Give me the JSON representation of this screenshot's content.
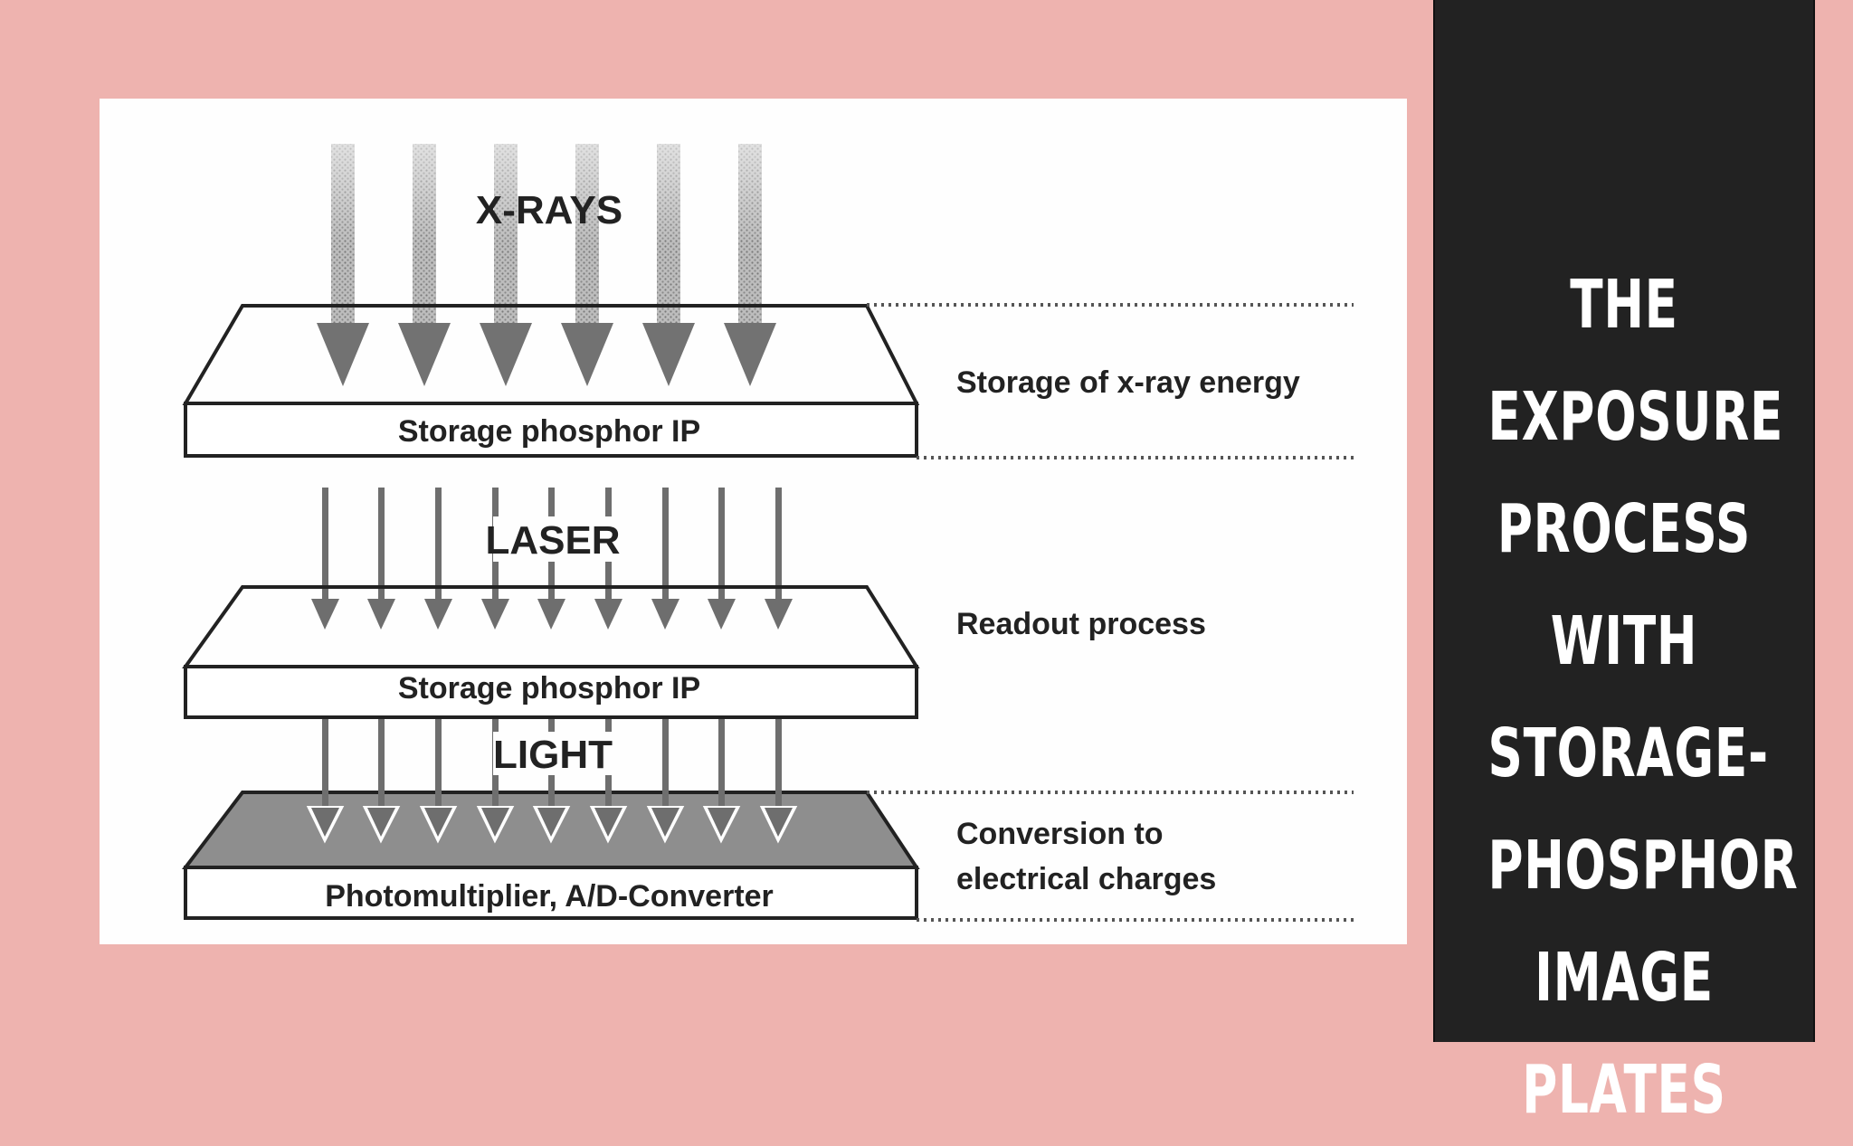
{
  "slide": {
    "title": "The exposure process with storage-phosphor image plates",
    "title_lines": [
      "The exposure",
      "process with",
      "storage-",
      "phosphor",
      "image plates"
    ],
    "background_color": "#eeb3af",
    "panel_color": "#222222"
  },
  "diagram": {
    "beam_labels": {
      "xrays": "X-RAYS",
      "laser": "LASER",
      "light": "LIGHT"
    },
    "plates": {
      "top": "Storage phosphor IP",
      "middle": "Storage phosphor IP",
      "bottom": "Photomultiplier, A/D-Converter"
    },
    "stages": {
      "storage": "Storage of x-ray energy",
      "readout": "Readout process",
      "conversion_line1": "Conversion to",
      "conversion_line2": "electrical charges"
    }
  }
}
